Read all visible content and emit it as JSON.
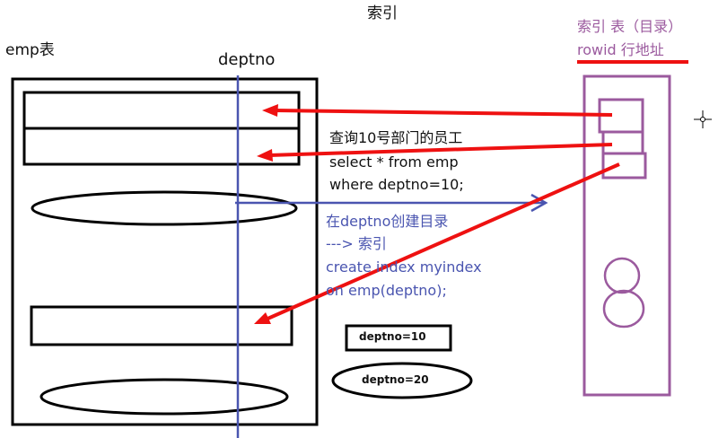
{
  "title": "索引",
  "table_label": "emp表",
  "column_label": "deptno",
  "index_table": {
    "line1": "索引 表（目录）",
    "line2": "rowid 行地址"
  },
  "query": {
    "line1": "查询10号部门的员工",
    "line2": "select * from emp",
    "line3": "where deptno=10;"
  },
  "create_index": {
    "line1": "在deptno创建目录",
    "line2": "--->  索引",
    "line3": "create index myindex",
    "line4": "on emp(deptno);"
  },
  "legend": {
    "rect_label": "deptno=10",
    "ellipse_label": "deptno=20"
  },
  "colors": {
    "table_stroke": "#000000",
    "column_line": "#4a55b0",
    "index_stroke": "#9b5a9e",
    "arrow": "#ee1111"
  }
}
